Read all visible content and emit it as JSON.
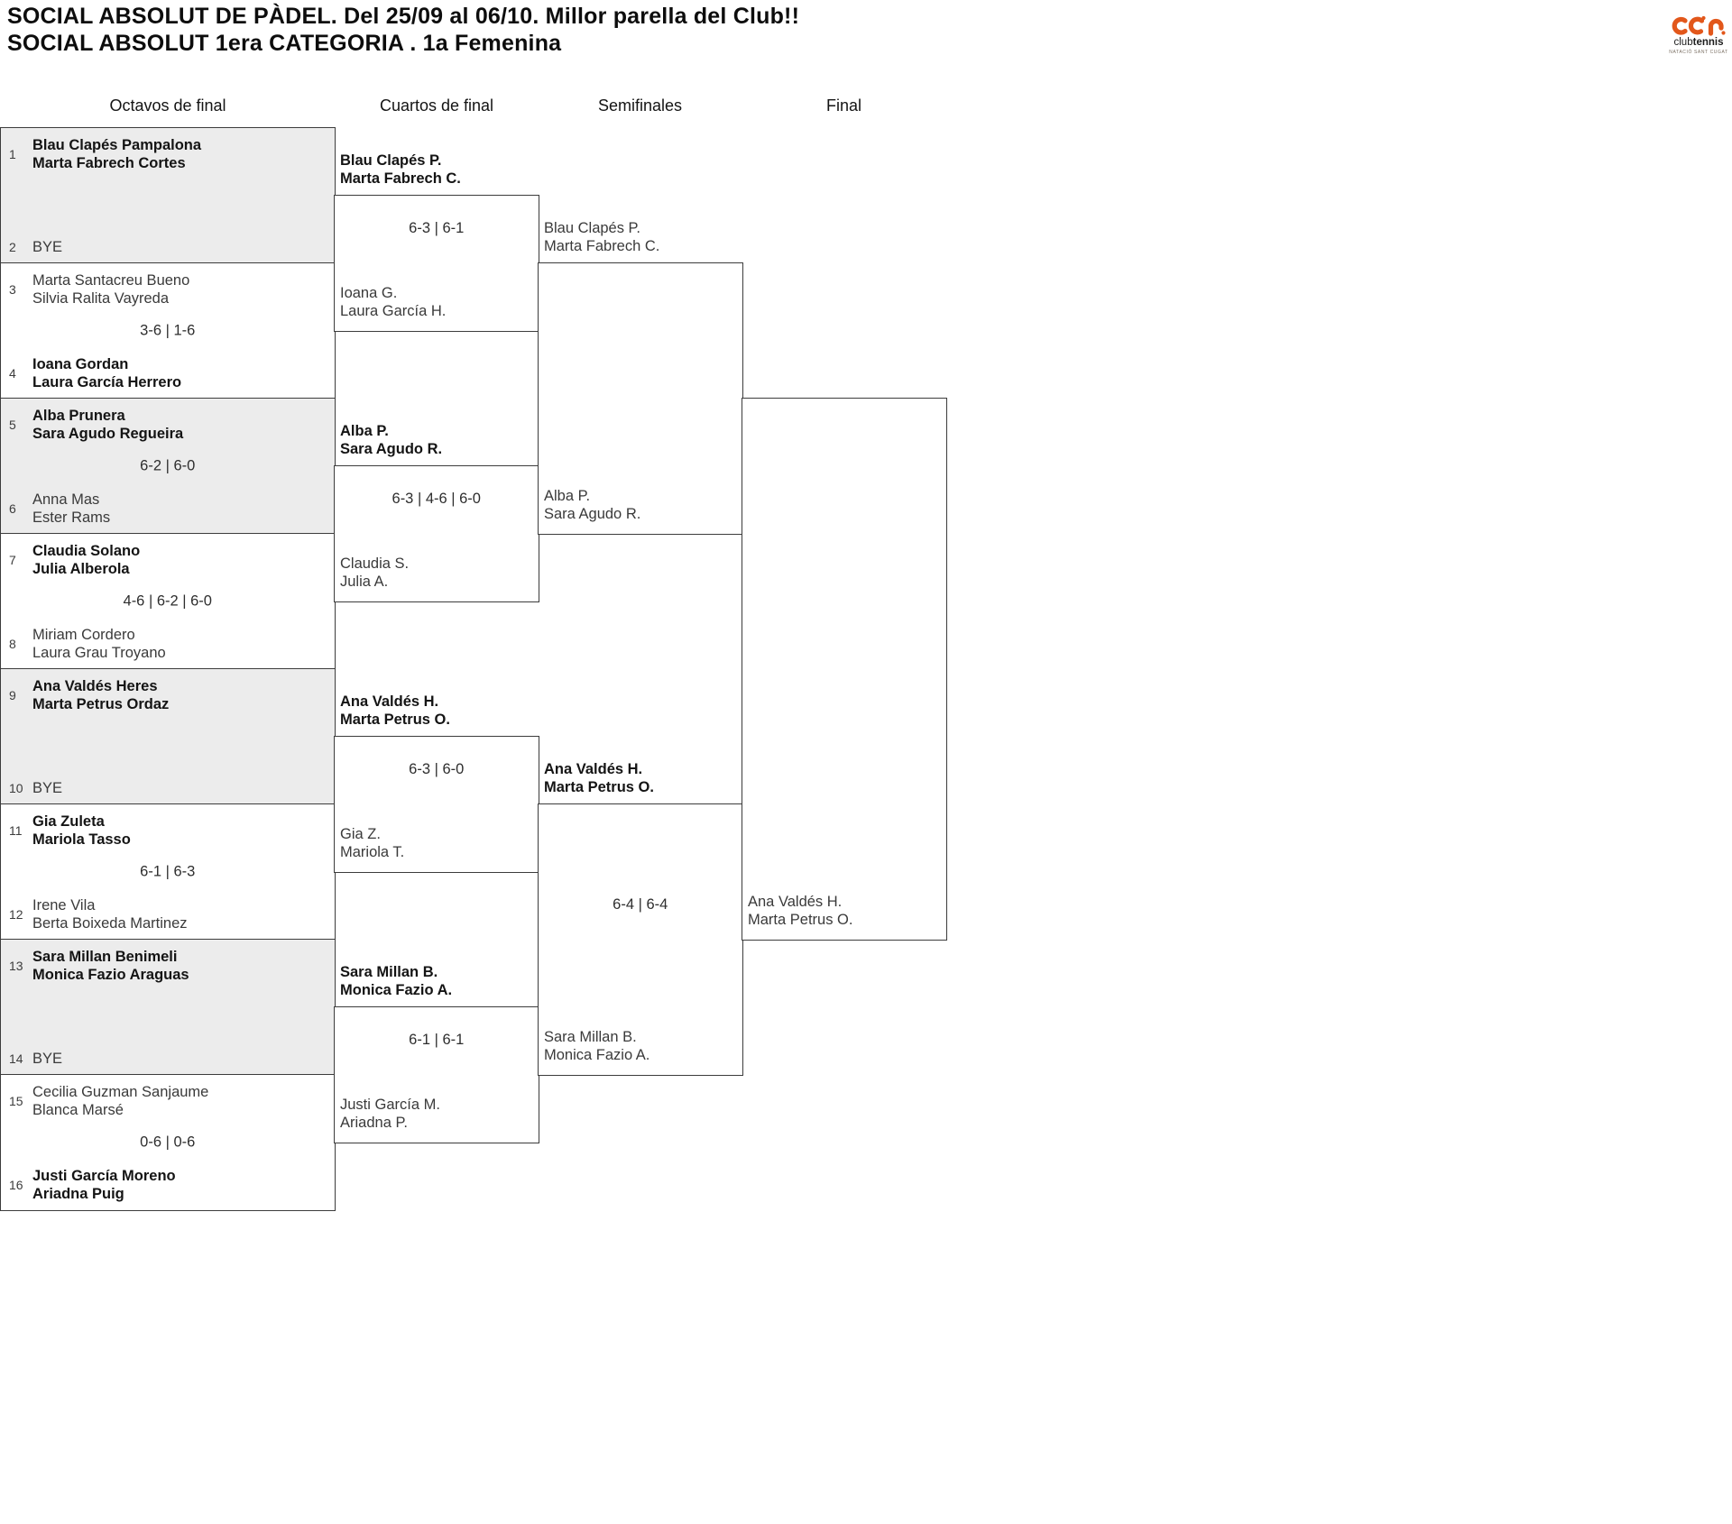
{
  "header": {
    "title_line1": "SOCIAL ABSOLUT DE PÀDEL. Del 25/09 al 06/10. Millor parella del Club!!",
    "title_line2": "SOCIAL ABSOLUT 1era CATEGORIA . 1a Femenina"
  },
  "logo": {
    "club_text": "club",
    "tennis_text": "tennis",
    "subtitle": "NATACIÓ SANT CUGAT",
    "accent_color": "#E2571B"
  },
  "colors": {
    "bye_match_fill": "#ececec",
    "line": "#3c3c3c"
  },
  "round_headers": [
    "Octavos de final",
    "Cuartos de final",
    "Semifinales",
    "Final"
  ],
  "octavos": {
    "matches": [
      {
        "top": {
          "seed": "1",
          "line1": "Blau Clapés Pampalona",
          "line2": "Marta Fabrech Cortes",
          "winner": true
        },
        "bottom": {
          "seed": "2",
          "line1": "BYE",
          "line2": "",
          "winner": false
        },
        "score": ""
      },
      {
        "top": {
          "seed": "3",
          "line1": "Marta Santacreu Bueno",
          "line2": "Silvia Ralita Vayreda",
          "winner": false
        },
        "bottom": {
          "seed": "4",
          "line1": "Ioana Gordan",
          "line2": "Laura García Herrero",
          "winner": true
        },
        "score": "3-6 | 1-6"
      },
      {
        "top": {
          "seed": "5",
          "line1": "Alba Prunera",
          "line2": "Sara Agudo Regueira",
          "winner": true
        },
        "bottom": {
          "seed": "6",
          "line1": "Anna Mas",
          "line2": "Ester Rams",
          "winner": false
        },
        "score": "6-2 | 6-0"
      },
      {
        "top": {
          "seed": "7",
          "line1": "Claudia Solano",
          "line2": "Julia Alberola",
          "winner": true
        },
        "bottom": {
          "seed": "8",
          "line1": "Miriam Cordero",
          "line2": "Laura Grau Troyano",
          "winner": false
        },
        "score": "4-6 | 6-2 | 6-0"
      },
      {
        "top": {
          "seed": "9",
          "line1": "Ana Valdés Heres",
          "line2": "Marta Petrus Ordaz",
          "winner": true
        },
        "bottom": {
          "seed": "10",
          "line1": "BYE",
          "line2": "",
          "winner": false
        },
        "score": ""
      },
      {
        "top": {
          "seed": "11",
          "line1": "Gia Zuleta",
          "line2": "Mariola Tasso",
          "winner": true
        },
        "bottom": {
          "seed": "12",
          "line1": "Irene Vila",
          "line2": "Berta Boixeda Martinez",
          "winner": false
        },
        "score": "6-1 | 6-3"
      },
      {
        "top": {
          "seed": "13",
          "line1": "Sara Millan Benimeli",
          "line2": "Monica Fazio Araguas",
          "winner": true
        },
        "bottom": {
          "seed": "14",
          "line1": "BYE",
          "line2": "",
          "winner": false
        },
        "score": ""
      },
      {
        "top": {
          "seed": "15",
          "line1": "Cecilia Guzman Sanjaume",
          "line2": "Blanca Marsé",
          "winner": false
        },
        "bottom": {
          "seed": "16",
          "line1": "Justi García Moreno",
          "line2": "Ariadna Puig",
          "winner": true
        },
        "score": "0-6 | 0-6"
      }
    ]
  },
  "cuartos": {
    "matches": [
      {
        "top": {
          "line1": "Blau Clapés P.",
          "line2": "Marta Fabrech C.",
          "winner": true
        },
        "bottom": {
          "line1": "Ioana G.",
          "line2": "Laura García H.",
          "winner": false
        },
        "score": "6-3 | 6-1"
      },
      {
        "top": {
          "line1": "Alba P.",
          "line2": "Sara Agudo R.",
          "winner": true
        },
        "bottom": {
          "line1": "Claudia S.",
          "line2": "Julia A.",
          "winner": false
        },
        "score": "6-3 | 4-6 | 6-0"
      },
      {
        "top": {
          "line1": "Ana Valdés H.",
          "line2": "Marta Petrus O.",
          "winner": true
        },
        "bottom": {
          "line1": "Gia Z.",
          "line2": "Mariola T.",
          "winner": false
        },
        "score": "6-3 | 6-0"
      },
      {
        "top": {
          "line1": "Sara Millan B.",
          "line2": "Monica Fazio A.",
          "winner": true
        },
        "bottom": {
          "line1": "Justi García M.",
          "line2": "Ariadna P.",
          "winner": false
        },
        "score": "6-1 | 6-1"
      }
    ]
  },
  "semifinales": {
    "matches": [
      {
        "top": {
          "line1": "Blau Clapés P.",
          "line2": "Marta Fabrech C.",
          "winner": false
        },
        "bottom": {
          "line1": "Alba P.",
          "line2": "Sara Agudo R.",
          "winner": false
        },
        "score": ""
      },
      {
        "top": {
          "line1": "Ana Valdés H.",
          "line2": "Marta Petrus O.",
          "winner": true
        },
        "bottom": {
          "line1": "Sara Millan B.",
          "line2": "Monica Fazio A.",
          "winner": false
        },
        "score": "6-4 | 6-4"
      }
    ]
  },
  "final": {
    "matches": [
      {
        "top": {
          "line1": "",
          "line2": "",
          "winner": false
        },
        "bottom": {
          "line1": "Ana Valdés H.",
          "line2": "Marta Petrus O.",
          "winner": false
        },
        "score": ""
      }
    ]
  }
}
